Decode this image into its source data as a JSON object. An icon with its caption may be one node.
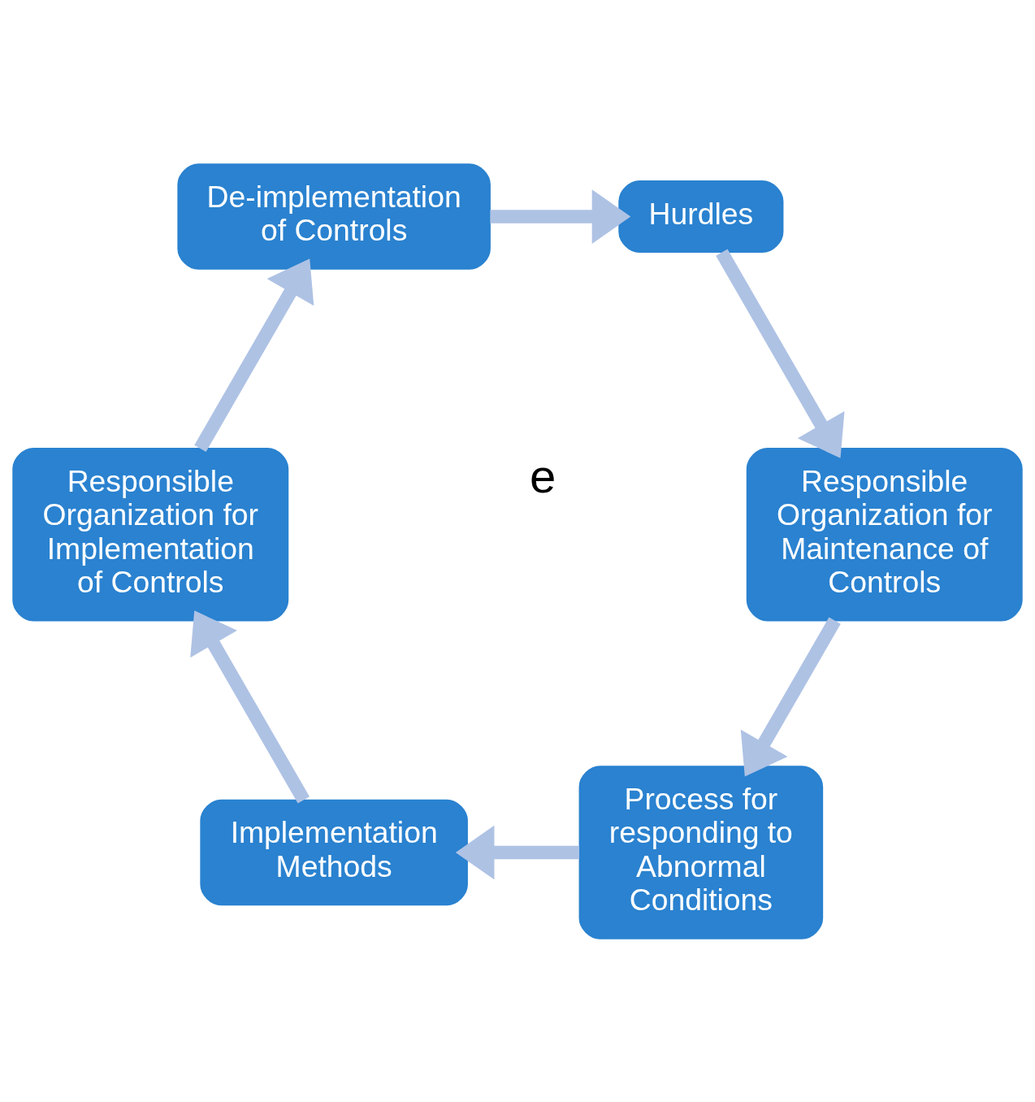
{
  "diagram": {
    "nodes": [
      {
        "text": [
          "Process for responding to Abnormal Conditions"
        ]
      },
      {
        "text": [
          "Implementation Methods"
        ]
      },
      {
        "text": [
          "Responsible Organization for Implementation of Controls"
        ]
      },
      {
        "text": [
          "De-implementation of Controls"
        ]
      },
      {
        "text": [
          "Hurdles"
        ]
      },
      {
        "text": [
          "Responsible Organization for Maintenance of Controls"
        ]
      }
    ],
    "edges": [
      {
        "from": 0,
        "to": 1,
        "arrow": "to"
      },
      {
        "from": 1,
        "to": 2,
        "arrow": "to"
      },
      {
        "from": 2,
        "to": 3,
        "arrow": "to"
      },
      {
        "from": 3,
        "to": 4,
        "arrow": "to"
      },
      {
        "from": 4,
        "to": 5,
        "arrow": "to"
      },
      {
        "from": 5,
        "to": 0,
        "arrow": "to"
      }
    ],
    "labels": [
      "e"
    ]
  }
}
